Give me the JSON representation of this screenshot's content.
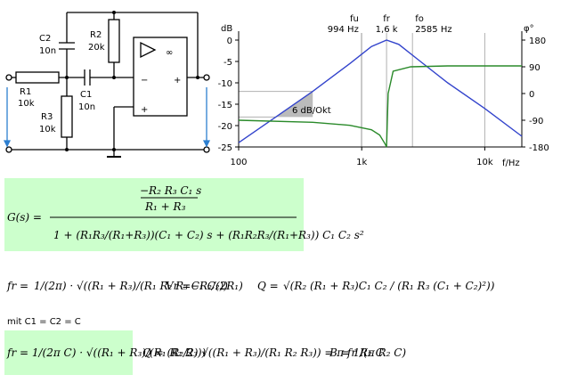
{
  "circuit": {
    "labels": {
      "c2": "C2",
      "c2_val": "10n",
      "r2": "R2",
      "r2_val": "20k",
      "r1": "R1",
      "r1_val": "10k",
      "c1": "C1",
      "c1_val": "10n",
      "r3": "R3",
      "r3_val": "10k"
    },
    "opamp_symbol": "∞"
  },
  "chart_data": {
    "type": "line",
    "x_scale": "log",
    "xlim": [
      100,
      20000
    ],
    "x_ticks": [
      "100",
      "1k",
      "10k"
    ],
    "x_unit": "f/Hz",
    "y_left_label": "dB",
    "y_left_ticks": [
      "0",
      "-5",
      "-10",
      "-15",
      "-20",
      "-25"
    ],
    "ylim_left": [
      -25,
      0
    ],
    "y_right_label": "φ°",
    "y_right_ticks": [
      "180",
      "90",
      "0",
      "-90",
      "-180"
    ],
    "ylim_right": [
      -180,
      180
    ],
    "markers": [
      {
        "name": "fu",
        "value_label": "994 Hz",
        "x": 994
      },
      {
        "name": "fr",
        "value_label": "1,6 k",
        "x": 1592
      },
      {
        "name": "fo",
        "value_label": "2585 Hz",
        "x": 2585
      }
    ],
    "slope_annotation": "6 dB/Okt",
    "series": [
      {
        "color": "#3344cc",
        "x": [
          100,
          200,
          400,
          800,
          1200,
          1592,
          2000,
          3000,
          5000,
          10000,
          20000
        ],
        "y": [
          -24,
          -18,
          -12,
          -5.5,
          -1.5,
          0,
          -1,
          -5,
          -10,
          -16,
          -22.5
        ]
      },
      {
        "color": "#2a8a2a",
        "x": [
          100,
          400,
          800,
          1200,
          1400,
          1550,
          1592,
          1640,
          1800,
          2500,
          5000,
          10000,
          20000
        ],
        "y": [
          -90,
          -97,
          -107,
          -122,
          -140,
          -170,
          -180,
          0,
          75,
          90,
          93,
          93,
          93
        ]
      }
    ],
    "colors": {
      "magnitude": "#3344cc",
      "phase": "#2a8a2a",
      "grid": "#b0b0b0"
    }
  },
  "formulas": {
    "g_label": "G(s) =",
    "g_num": "−R₂ R₃ C₁ s",
    "g_num_den": "R₁ + R₃",
    "g_den": "1 + (R₁R₃/(R₁+R₃))(C₁ + C₂) s + (R₁R₂R₃/(R₁+R₃)) C₁ C₂ s²",
    "fr_label": "fr =",
    "fr_expr": "1/(2π) · √((R₁ + R₃)/(R₁ R₂ R₃ C₁ C₂))",
    "vr_label": "Vr =",
    "vr_expr": "−R₂/(2R₁)",
    "q_label": "Q =",
    "q_expr": "√(R₂ (R₁ + R₃)C₁ C₂ / (R₁ R₃ (C₁ + C₂)²))",
    "mit": "mit C1 = C2 = C",
    "fr2_expr": "fr = 1/(2π C) · √((R₁ + R₃)/(R₁ R₂ R₃))",
    "q2_expr": "Q = (R₂/2) √((R₁ + R₃)/(R₁ R₂ R₃)) = π fr R₂ C",
    "b_expr": "B = 1/(π R₂ C)"
  }
}
